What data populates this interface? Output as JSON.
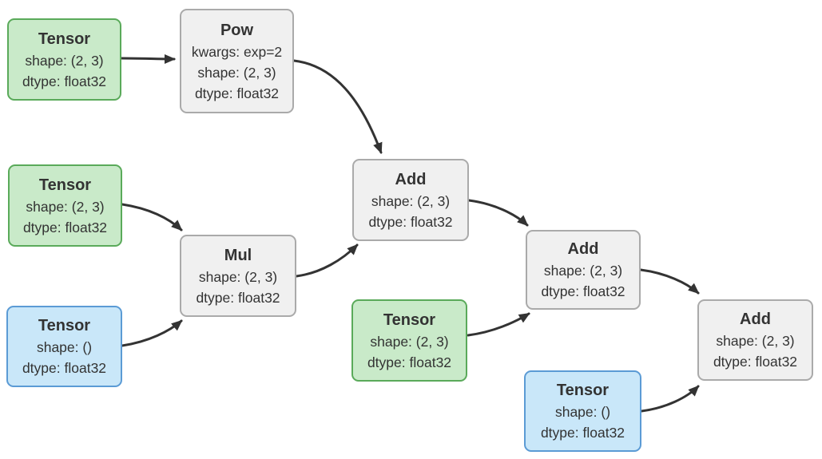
{
  "nodes": [
    {
      "id": "tensor_1",
      "type": "tensor",
      "style": "green",
      "title": "Tensor",
      "lines": [
        "shape: (2, 3)",
        "dtype: float32"
      ]
    },
    {
      "id": "pow",
      "type": "op",
      "style": "grey",
      "title": "Pow",
      "lines": [
        "kwargs: exp=2",
        "shape: (2, 3)",
        "dtype: float32"
      ]
    },
    {
      "id": "tensor_2",
      "type": "tensor",
      "style": "green",
      "title": "Tensor",
      "lines": [
        "shape: (2, 3)",
        "dtype: float32"
      ]
    },
    {
      "id": "tensor_3",
      "type": "tensor",
      "style": "blue",
      "title": "Tensor",
      "lines": [
        "shape: ()",
        "dtype: float32"
      ]
    },
    {
      "id": "mul",
      "type": "op",
      "style": "grey",
      "title": "Mul",
      "lines": [
        "shape: (2, 3)",
        "dtype: float32"
      ]
    },
    {
      "id": "add_1",
      "type": "op",
      "style": "grey",
      "title": "Add",
      "lines": [
        "shape: (2, 3)",
        "dtype: float32"
      ]
    },
    {
      "id": "tensor_4",
      "type": "tensor",
      "style": "green",
      "title": "Tensor",
      "lines": [
        "shape: (2, 3)",
        "dtype: float32"
      ]
    },
    {
      "id": "add_2",
      "type": "op",
      "style": "grey",
      "title": "Add",
      "lines": [
        "shape: (2, 3)",
        "dtype: float32"
      ]
    },
    {
      "id": "tensor_5",
      "type": "tensor",
      "style": "blue",
      "title": "Tensor",
      "lines": [
        "shape: ()",
        "dtype: float32"
      ]
    },
    {
      "id": "add_3",
      "type": "op",
      "style": "grey",
      "title": "Add",
      "lines": [
        "shape: (2, 3)",
        "dtype: float32"
      ]
    }
  ],
  "edges": [
    {
      "from": "tensor_1",
      "to": "pow"
    },
    {
      "from": "pow",
      "to": "add_1"
    },
    {
      "from": "tensor_2",
      "to": "mul"
    },
    {
      "from": "tensor_3",
      "to": "mul"
    },
    {
      "from": "mul",
      "to": "add_1"
    },
    {
      "from": "add_1",
      "to": "add_2"
    },
    {
      "from": "tensor_4",
      "to": "add_2"
    },
    {
      "from": "add_2",
      "to": "add_3"
    },
    {
      "from": "tensor_5",
      "to": "add_3"
    }
  ],
  "colors": {
    "tensor_green_fill": "#c9eac9",
    "tensor_green_border": "#5aaa5a",
    "tensor_blue_fill": "#c9e7f9",
    "tensor_blue_border": "#5b9bd5",
    "op_fill": "#f0f0f0",
    "op_border": "#aaaaaa",
    "edge": "#333333",
    "text": "#333333",
    "background": "#ffffff"
  }
}
